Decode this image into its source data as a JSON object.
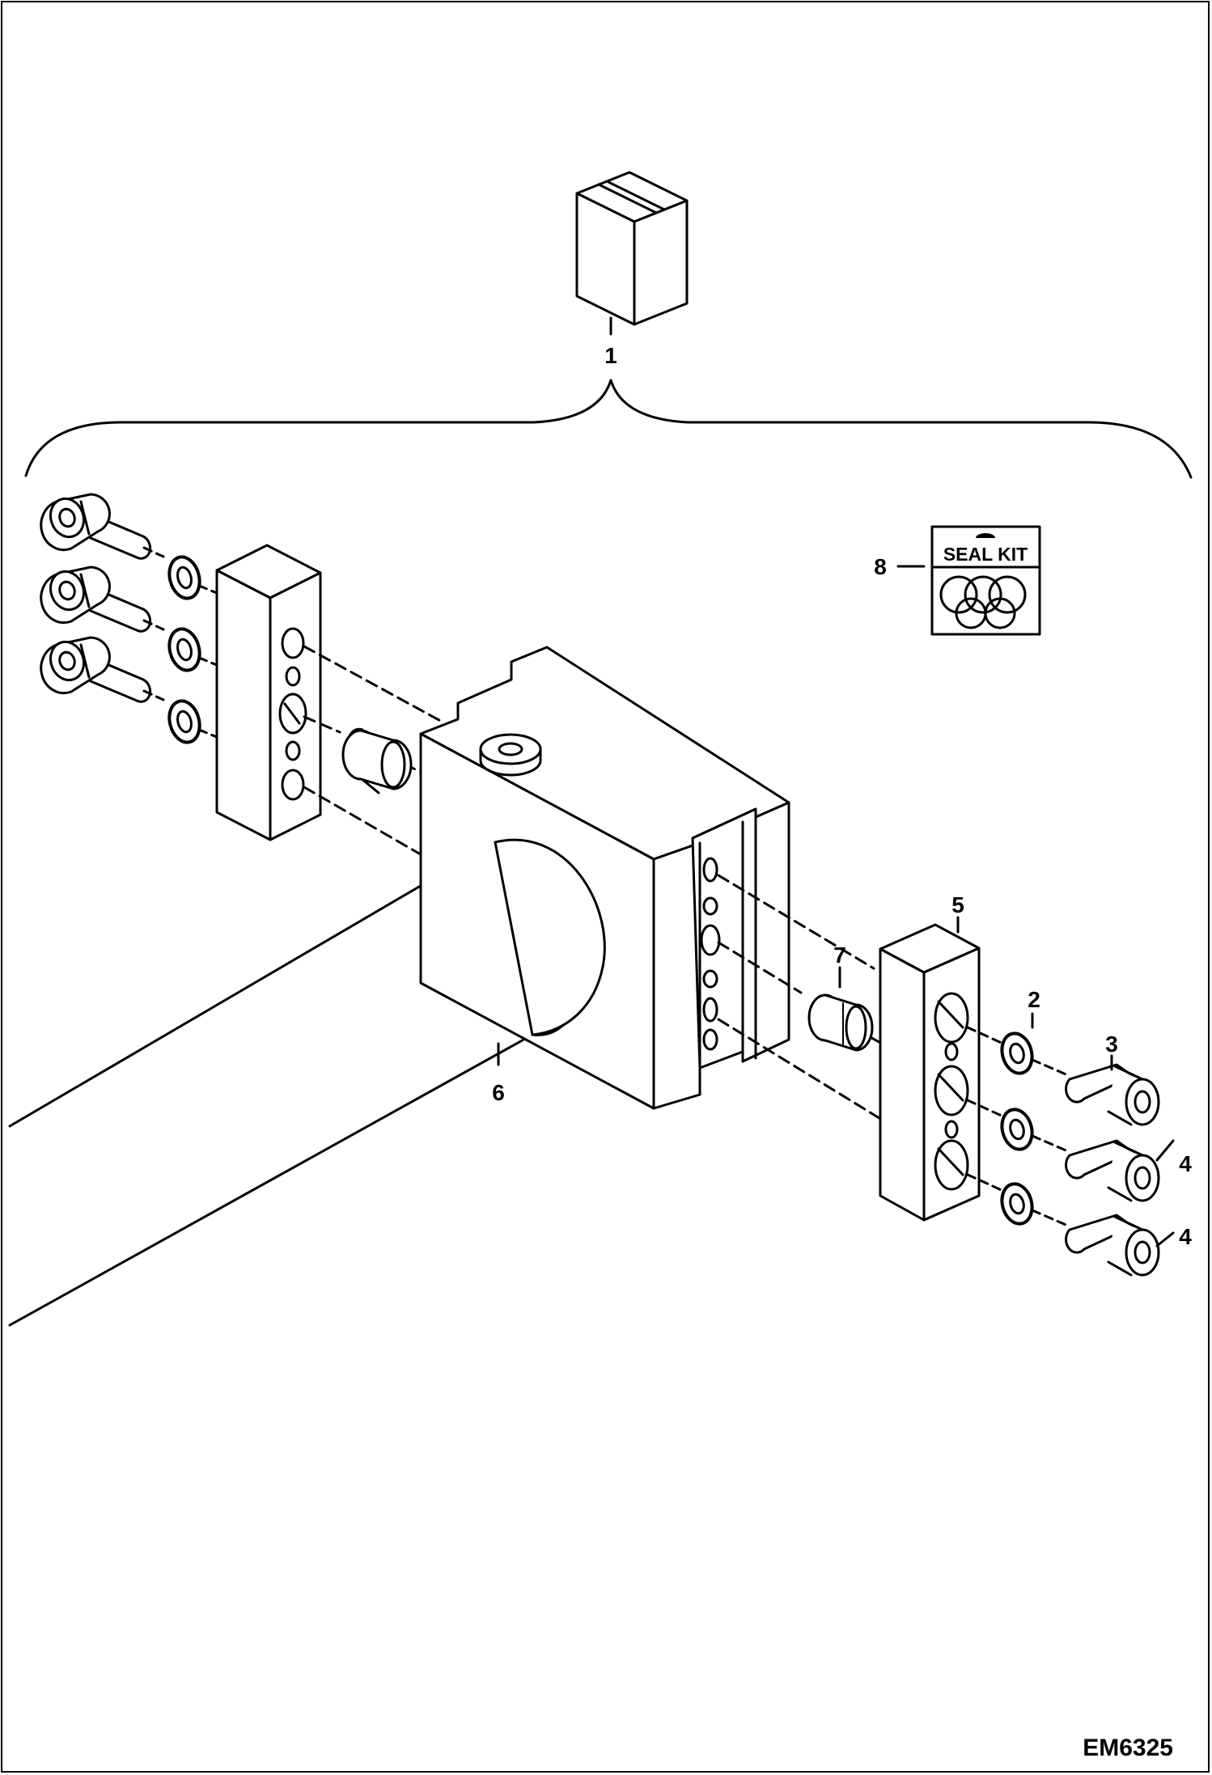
{
  "diagram": {
    "callouts": {
      "c1": "1",
      "c2": "2",
      "c3": "3",
      "c4a": "4",
      "c4b": "4",
      "c5": "5",
      "c6": "6",
      "c7": "7",
      "c8": "8"
    },
    "seal_kit_label": "SEAL KIT",
    "drawing_code": "EM6325"
  },
  "colors": {
    "line": "#000000",
    "fill": "#ffffff",
    "shade": "#e9e9e9"
  }
}
